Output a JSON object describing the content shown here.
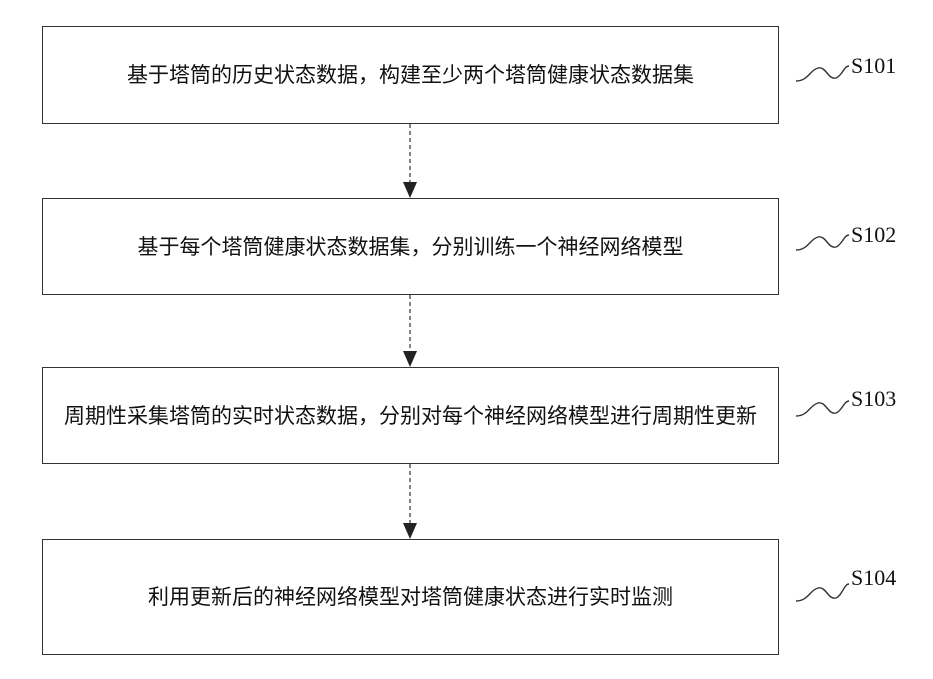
{
  "steps": [
    {
      "id": "S101",
      "text": "基于塔筒的历史状态数据，构建至少两个塔筒健康状态数据集"
    },
    {
      "id": "S102",
      "text": "基于每个塔筒健康状态数据集，分别训练一个神经网络模型"
    },
    {
      "id": "S103",
      "text": "周期性采集塔筒的实时状态数据，分别对每个神经网络模型进行周期性更新"
    },
    {
      "id": "S104",
      "text": "利用更新后的神经网络模型对塔筒健康状态进行实时监测"
    }
  ]
}
